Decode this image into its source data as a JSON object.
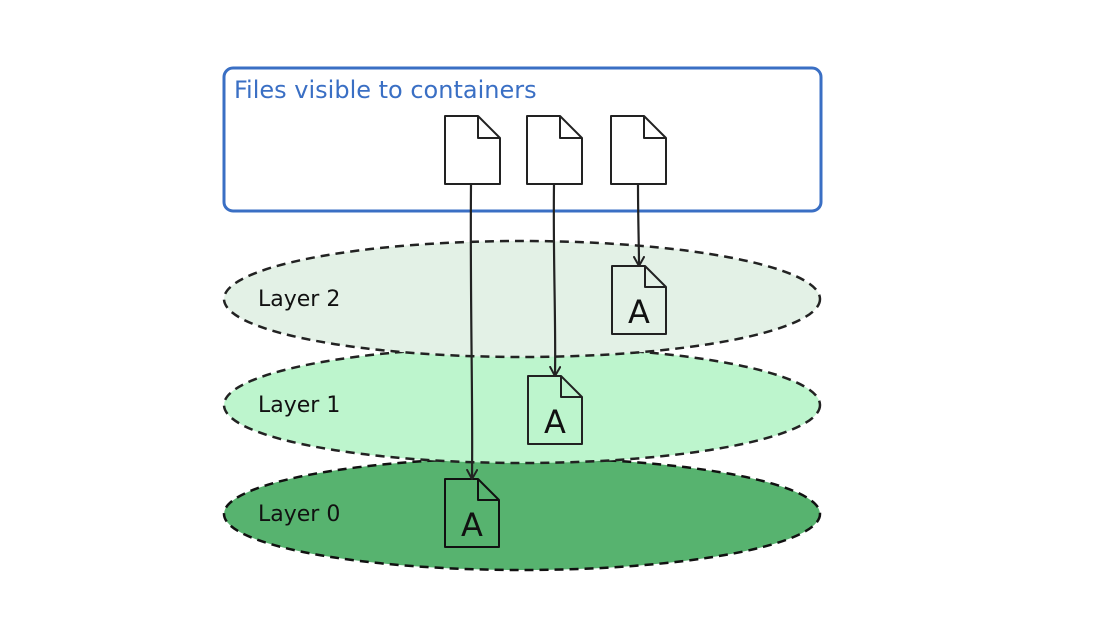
{
  "container_box": {
    "label": "Files visible to containers",
    "border_color": "#3a6fc4",
    "label_color": "#3a6fc4"
  },
  "layers": [
    {
      "id": "layer-2",
      "label": "Layer 2",
      "fill": "#e3f1e6"
    },
    {
      "id": "layer-1",
      "label": "Layer 1",
      "fill": "#bdf5cd"
    },
    {
      "id": "layer-0",
      "label": "Layer 0",
      "fill": "#57b36f"
    }
  ],
  "layer_files": [
    {
      "layer": "layer-2",
      "letter": "A"
    },
    {
      "layer": "layer-1",
      "letter": "A"
    },
    {
      "layer": "layer-0",
      "letter": "A"
    }
  ],
  "stroke_color": "#222222"
}
